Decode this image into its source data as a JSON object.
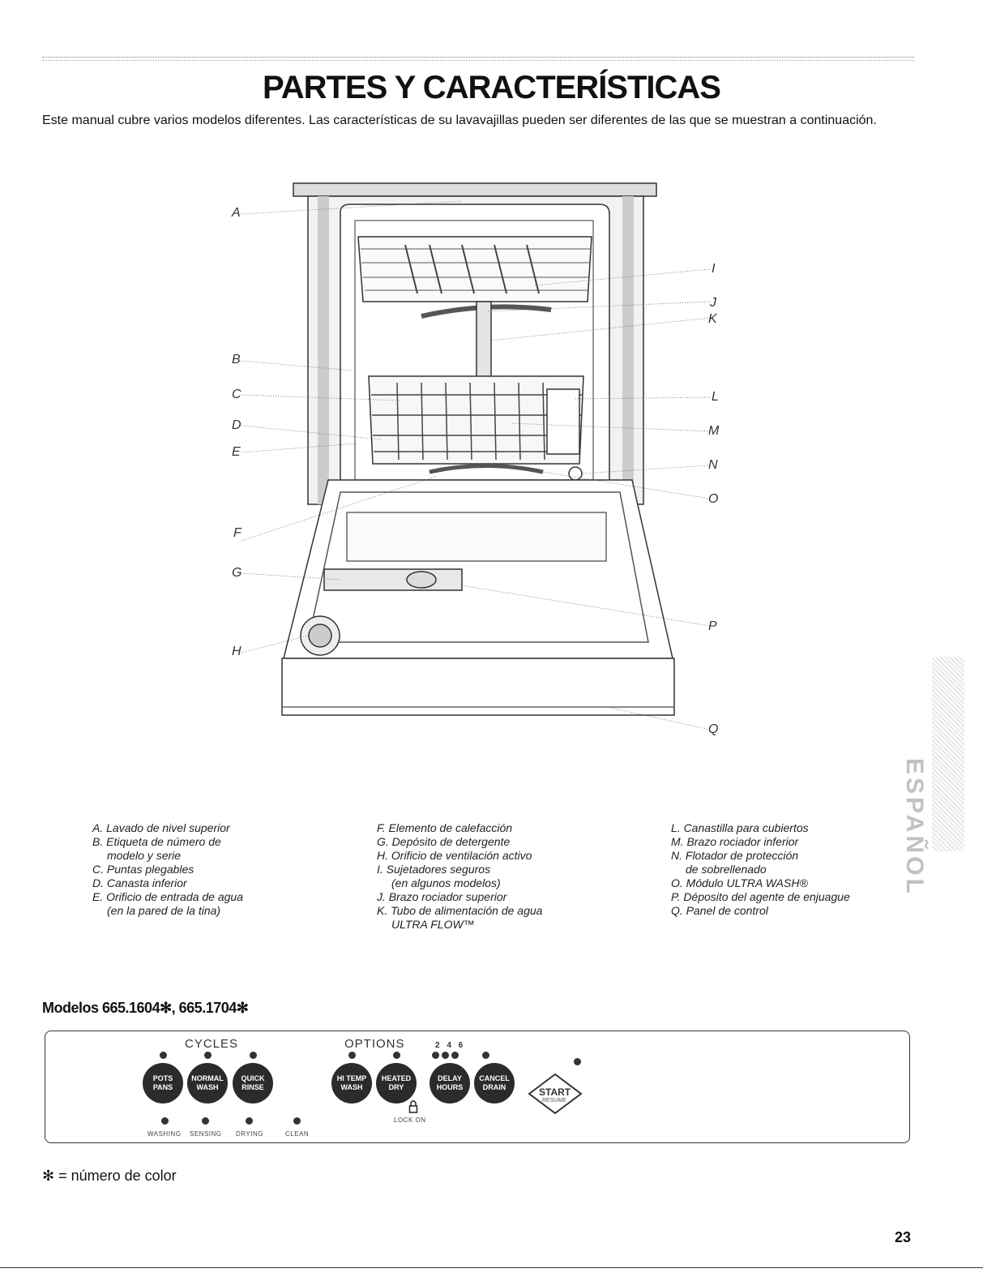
{
  "page": {
    "title": "PARTES Y CARACTERÍSTICAS",
    "intro": "Este manual cubre varios modelos diferentes. Las características de su lavavajillas pueden ser diferentes de las que se muestran a continuación.",
    "page_number": "23",
    "side_tab": "ESPAÑOL"
  },
  "diagram": {
    "callouts": [
      "A",
      "B",
      "C",
      "D",
      "E",
      "F",
      "G",
      "H",
      "I",
      "J",
      "K",
      "L",
      "M",
      "N",
      "O",
      "P",
      "Q"
    ]
  },
  "legend": {
    "col1": [
      {
        "text": "A. Lavado de nivel superior"
      },
      {
        "text": "B. Etiqueta de número de"
      },
      {
        "text": "modelo y serie",
        "sub": true
      },
      {
        "text": "C. Puntas plegables"
      },
      {
        "text": "D. Canasta inferior"
      },
      {
        "text": "E. Orificio de entrada de agua"
      },
      {
        "text": "(en la pared de la tina)",
        "sub": true
      }
    ],
    "col2": [
      {
        "text": "F. Elemento de calefacción"
      },
      {
        "text": "G. Depósito de detergente"
      },
      {
        "text": "H. Orificio de ventilación activo"
      },
      {
        "text": "I. Sujetadores seguros"
      },
      {
        "text": "(en algunos modelos)",
        "sub": true
      },
      {
        "text": "J. Brazo rociador superior"
      },
      {
        "text": "K. Tubo de alimentación de agua"
      },
      {
        "text": "ULTRA FLOW™",
        "sub": true
      }
    ],
    "col3": [
      {
        "text": "L. Canastilla para cubiertos"
      },
      {
        "text": "M. Brazo rociador inferior"
      },
      {
        "text": "N. Flotador de protección"
      },
      {
        "text": "de sobrellenado",
        "sub": true
      },
      {
        "text": "O. Módulo ULTRA WASH®"
      },
      {
        "text": "P. Déposito del agente de enjuague"
      },
      {
        "text": "Q. Panel de control"
      }
    ]
  },
  "models": {
    "heading": "Modelos 665.1604✻, 665.1704✻"
  },
  "control_panel": {
    "cycles_label": "CYCLES",
    "options_label": "OPTIONS",
    "delay_numbers": "2 4 6",
    "cycle_buttons": [
      {
        "line1": "POTS",
        "line2": "PANS"
      },
      {
        "line1": "NORMAL",
        "line2": "WASH"
      },
      {
        "line1": "QUICK",
        "line2": "RINSE"
      }
    ],
    "option_buttons": [
      {
        "line1": "HI TEMP",
        "line2": "WASH"
      },
      {
        "line1": "HEATED",
        "line2": "DRY"
      },
      {
        "line1": "DELAY",
        "line2": "HOURS"
      },
      {
        "line1": "CANCEL",
        "line2": "DRAIN"
      }
    ],
    "start_label": "START",
    "resume_label": "RESUME",
    "lock_label": "LOCK ON",
    "status_labels": [
      "WASHING",
      "SENSING",
      "DRYING",
      "CLEAN"
    ]
  },
  "footnote": "✻ = número de color"
}
